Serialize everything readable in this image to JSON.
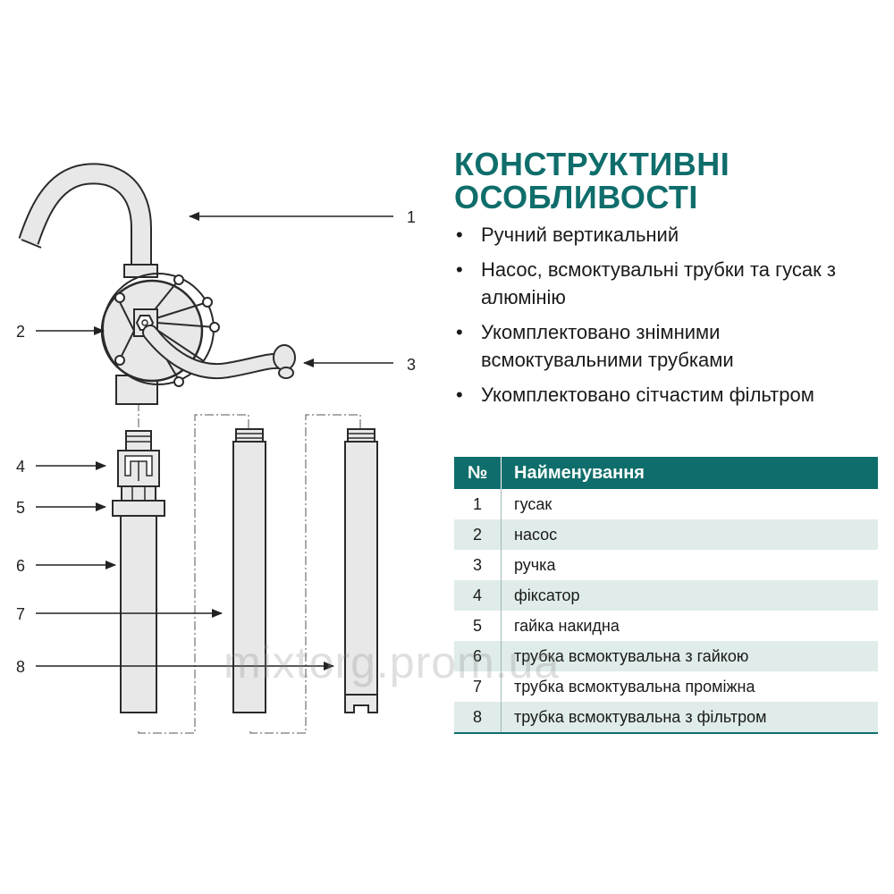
{
  "title_lines": [
    "КОНСТРУКТИВНІ",
    "ОСОБЛИВОСТІ"
  ],
  "features": [
    "Ручний вертикальний",
    "Насос, всмоктувальні трубки та гусак з алюмінію",
    "Укомплектовано знімними всмоктувальними трубками",
    "Укомплектовано сітчастим фільтром"
  ],
  "table": {
    "header_num": "№",
    "header_name": "Найменування",
    "rows": [
      {
        "num": "1",
        "name": "гусак"
      },
      {
        "num": "2",
        "name": "насос"
      },
      {
        "num": "3",
        "name": "ручка"
      },
      {
        "num": "4",
        "name": "фіксатор"
      },
      {
        "num": "5",
        "name": "гайка накидна"
      },
      {
        "num": "6",
        "name": "трубка всмоктувальна з гайкою"
      },
      {
        "num": "7",
        "name": "трубка всмоктувальна проміжна"
      },
      {
        "num": "8",
        "name": "трубка всмоктувальна з фільтром"
      }
    ]
  },
  "diagram_labels": [
    "1",
    "2",
    "3",
    "4",
    "5",
    "6",
    "7",
    "8"
  ],
  "watermark": "mixtorg.prom.ua",
  "colors": {
    "accent": "#0f6e6b",
    "row_alt": "#dfece9",
    "line": "#2b2b2b",
    "metal": "#e8e8e8"
  }
}
